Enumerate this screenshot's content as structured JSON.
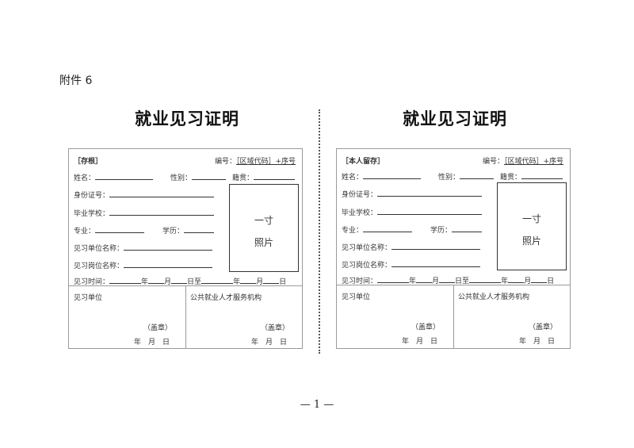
{
  "attachment_label": "附件 6",
  "page_number": "— 1 —",
  "cards": [
    {
      "title": "就业见习证明",
      "stub_label": "［存根］",
      "code_label": "编号：",
      "code_value": "［区域代码］+序号",
      "name_label": "姓名：",
      "gender_label": "性别：",
      "origin_label": "籍贯：",
      "id_label": "身份证号：",
      "school_label": "毕业学校：",
      "major_label": "专业：",
      "education_label": "学历：",
      "unit_name_label": "见习单位名称：",
      "post_name_label": "见习岗位名称：",
      "period_label": "见习时间：",
      "year": "年",
      "month": "月",
      "day_to": "日至",
      "day": "日",
      "photo_line1": "一寸",
      "photo_line2": "照片",
      "unit_label": "见习单位",
      "agency_label": "公共就业人才服务机构",
      "seal_label": "（盖章）",
      "date_label": "年　月　日"
    },
    {
      "title": "就业见习证明",
      "stub_label": "［本人留存］",
      "code_label": "编号：",
      "code_value": "［区域代码］+序号",
      "name_label": "姓名：",
      "gender_label": "性别：",
      "origin_label": "籍贯：",
      "id_label": "身份证号：",
      "school_label": "毕业学校：",
      "major_label": "专业：",
      "education_label": "学历：",
      "unit_name_label": "见习单位名称：",
      "post_name_label": "见习岗位名称：",
      "period_label": "见习时间：",
      "year": "年",
      "month": "月",
      "day_to": "日至",
      "day": "日",
      "photo_line1": "一寸",
      "photo_line2": "照片",
      "unit_label": "见习单位",
      "agency_label": "公共就业人才服务机构",
      "seal_label": "（盖章）",
      "date_label": "年　月　日"
    }
  ]
}
